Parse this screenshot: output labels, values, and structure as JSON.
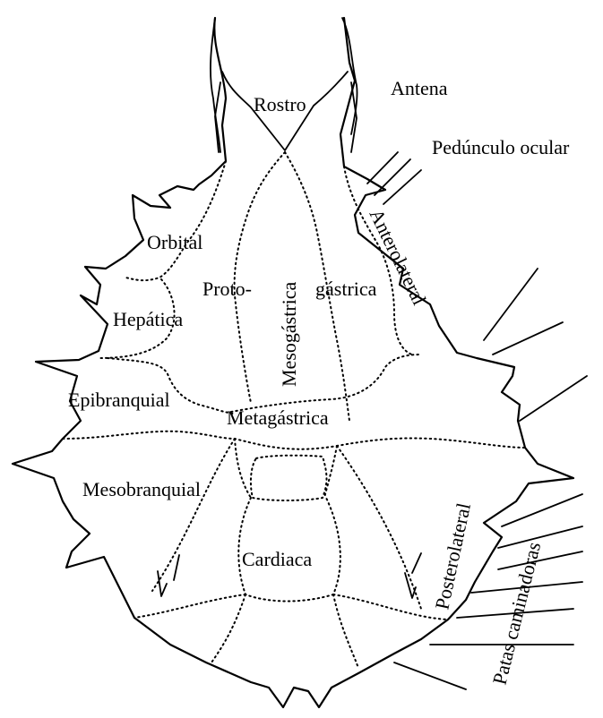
{
  "labels": {
    "antena": "Antena",
    "rostro": "Rostro",
    "peduncle": "Pedúnculo ocular",
    "orbital": "Orbital",
    "anterolateral": "Anterolateral",
    "proto": "Proto-",
    "gastrica": "gástrica",
    "mesogastrica": "Mesogástrica",
    "hepatica": "Hepática",
    "epibranquial": "Epibranquial",
    "metagastrica": "Metagástrica",
    "mesobranquial": "Mesobranquial",
    "posterolateral": "Posterolateral",
    "cardiaca": "Cardiaca",
    "patas": "Patas caminadoras"
  }
}
